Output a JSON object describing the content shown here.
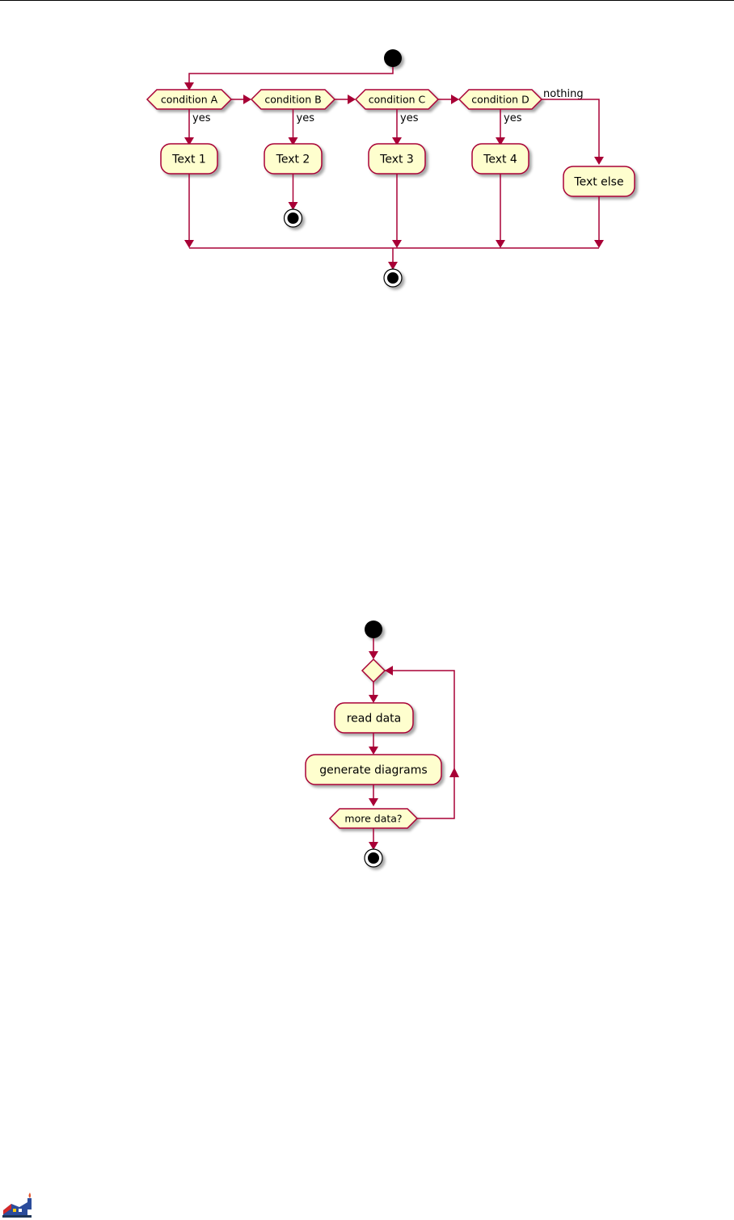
{
  "diagram1": {
    "conditions": [
      "condition A",
      "condition B",
      "condition C",
      "condition D"
    ],
    "branch_label": "yes",
    "else_label": "nothing",
    "actions": [
      "Text 1",
      "Text 2",
      "Text 3",
      "Text 4",
      "Text else"
    ]
  },
  "diagram2": {
    "actions": [
      "read data",
      "generate diagrams"
    ],
    "loop_condition": "more data?"
  },
  "footer": {
    "logo_icon": "plantuml-logo-icon"
  },
  "colors": {
    "stroke": "#A80036",
    "fill": "#FEFECE"
  }
}
